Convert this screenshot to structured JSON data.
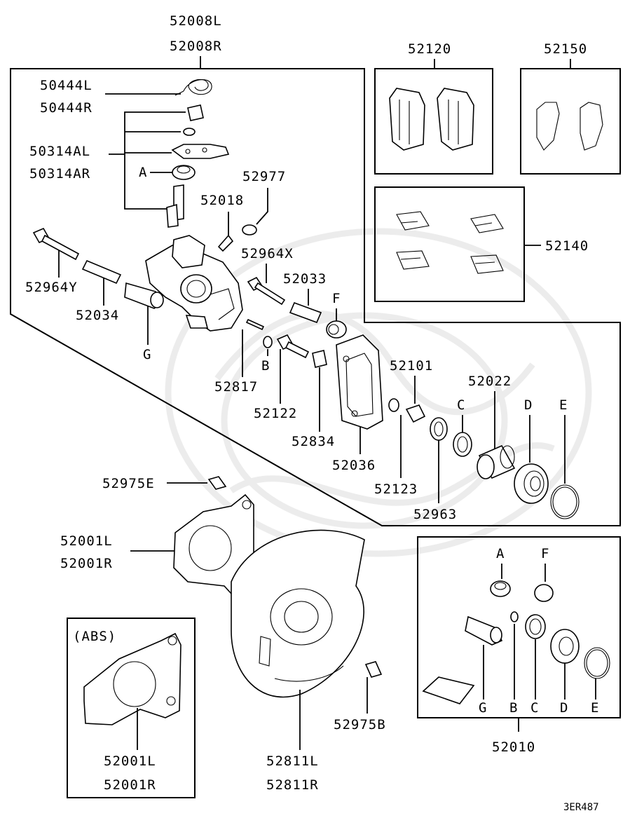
{
  "labels": {
    "p52008L": "52008L",
    "p52008R": "52008R",
    "p50444L": "50444L",
    "p50444R": "50444R",
    "p50314AL": "50314AL",
    "p50314AR": "50314AR",
    "refA": "A",
    "p52977": "52977",
    "p52018": "52018",
    "p52964X": "52964X",
    "p52964Y": "52964Y",
    "p52034": "52034",
    "refG": "G",
    "p52033": "52033",
    "refF": "F",
    "p52817": "52817",
    "refB": "B",
    "p52122": "52122",
    "p52834": "52834",
    "p52036": "52036",
    "p52101": "52101",
    "p52123": "52123",
    "p52963": "52963",
    "p52022": "52022",
    "refC": "C",
    "refD": "D",
    "refE": "E",
    "p52120": "52120",
    "p52150": "52150",
    "p52140": "52140",
    "p52975E": "52975E",
    "p52001L": "52001L",
    "p52001R": "52001R",
    "abs": "(ABS)",
    "abs52001L": "52001L",
    "abs52001R": "52001R",
    "p52811L": "52811L",
    "p52811R": "52811R",
    "p52975B": "52975B",
    "kitA": "A",
    "kitF": "F",
    "kitG": "G",
    "kitB": "B",
    "kitC": "C",
    "kitD": "D",
    "kitE": "E",
    "p52010": "52010",
    "diagram_code": "3ER487"
  }
}
